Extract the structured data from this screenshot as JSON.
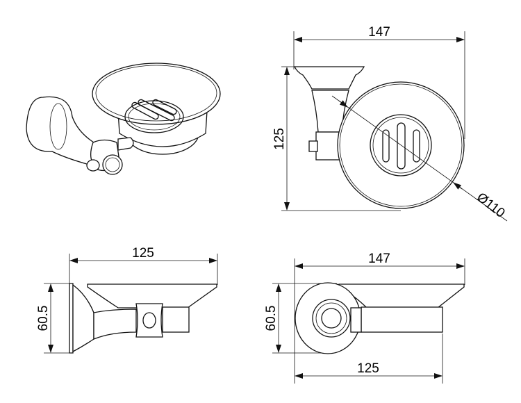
{
  "drawing": {
    "title": "Soap dish holder technical drawing",
    "top_right_view": {
      "width_label": "147",
      "height_label": "125",
      "diameter_label": "Ø110"
    },
    "bottom_left_view": {
      "width_label": "125",
      "height_label": "60.5"
    },
    "bottom_right_view": {
      "width_label": "147",
      "height_label": "60.5",
      "depth_label": "125"
    }
  }
}
